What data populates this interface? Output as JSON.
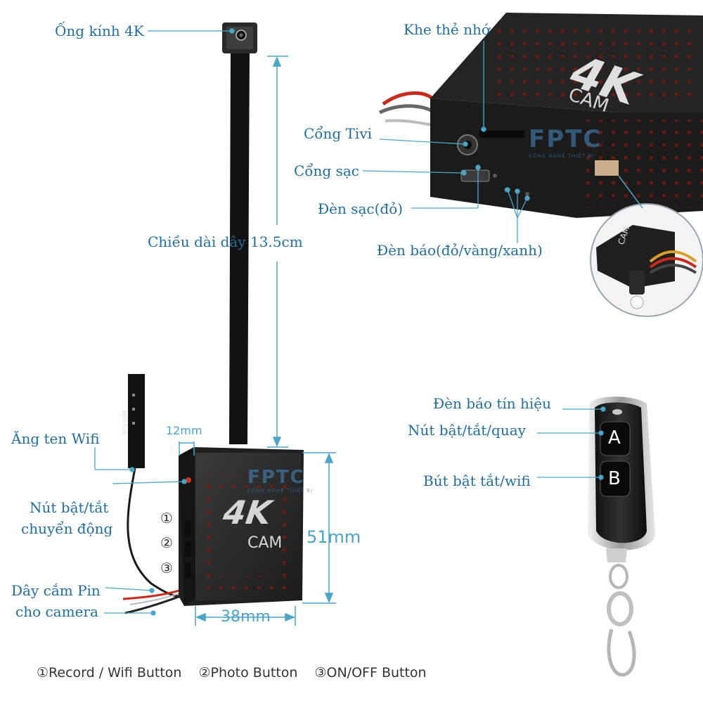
{
  "labels": {
    "lens": "Ống kính 4K",
    "cable_length": "Chiều dài dây  13.5cm",
    "antenna": "Ăng ten Wifi",
    "motion_btn_1": "Nút bật/tắt",
    "motion_btn_2": "chuyển động",
    "battery_1": "Dây cắm Pin",
    "battery_2": "cho camera",
    "memory_slot": "Khe thẻ nhớ",
    "tv_port": "Cổng Tivi",
    "charge_port": "Cổng sạc",
    "charge_led": "Đèn sạc(đỏ)",
    "status_led": "Đèn báo(đỏ/vàng/xanh)",
    "signal_led": "Đèn báo tín hiệu",
    "remote_a": "Nút bật/tắt/quay",
    "remote_b": "Bút bật tắt/wifi"
  },
  "dimensions": {
    "width_small": "12mm",
    "height": "51mm",
    "width": "38mm"
  },
  "device": {
    "logo": "4K",
    "cam": "CAM",
    "antenna_text": "Wifi-link",
    "btn1": "①",
    "btn2": "②",
    "btn3": "③"
  },
  "remote": {
    "key_a": "A",
    "key_b": "B"
  },
  "watermark": {
    "brand": "FPTC",
    "tagline": "CÔNG NGHỆ THIẾT BỊ"
  },
  "caption": {
    "b1": "①Record / Wifi Button",
    "b2": "②Photo Button",
    "b3": "③ON/OFF Button"
  },
  "colors": {
    "label": "#1f6f9e",
    "leader": "#4aa6c6",
    "device": "#2b2b2b"
  }
}
